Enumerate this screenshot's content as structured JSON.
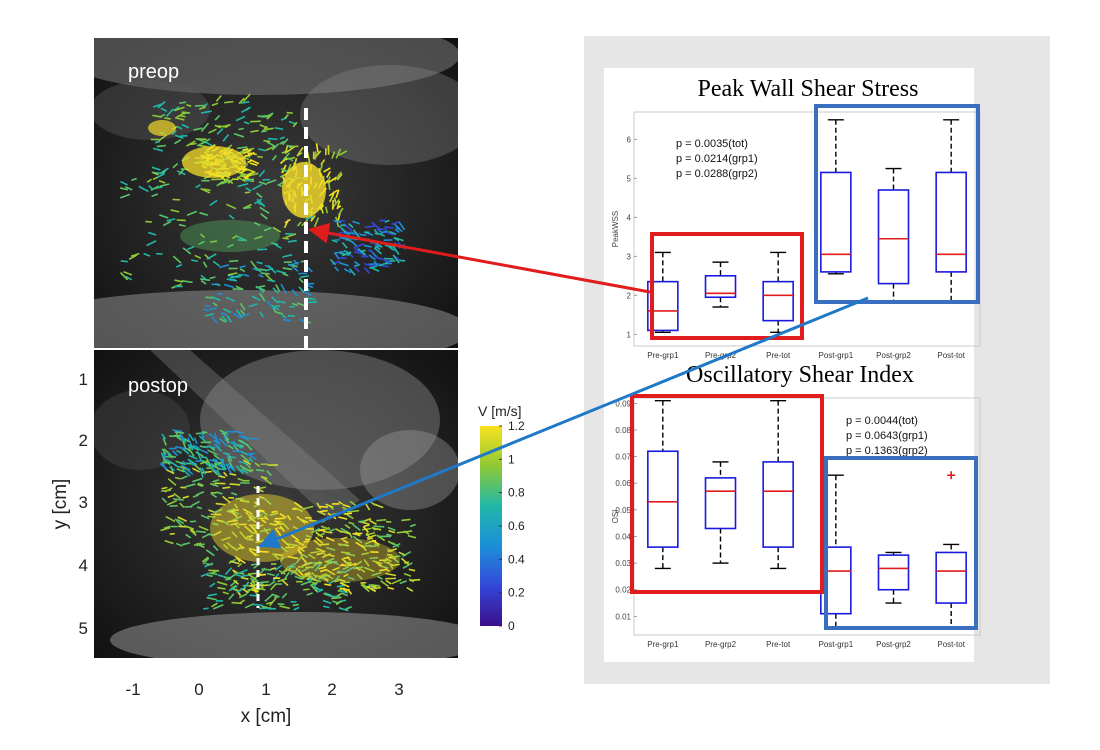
{
  "left_panel": {
    "preop_label": "preop",
    "postop_label": "postop",
    "xlabel": "x [cm]",
    "ylabel": "y [cm]",
    "x_ticks": [
      "-1",
      "0",
      "1",
      "2",
      "3"
    ],
    "y_ticks": [
      "1",
      "2",
      "3",
      "4",
      "5"
    ],
    "colorbar": {
      "title": "V [m/s]",
      "ticks": [
        "1.2",
        "1",
        "0.8",
        "0.6",
        "0.4",
        "0.2",
        "0"
      ]
    }
  },
  "chart_data": [
    {
      "type": "boxplot",
      "title": "Peak Wall Shear Stress",
      "ylabel": "PeakWSS",
      "ylim": [
        0.7,
        6.7
      ],
      "y_ticks": [
        "1",
        "2",
        "3",
        "4",
        "5",
        "6"
      ],
      "categories": [
        "Pre-grp1",
        "Pre-grp2",
        "Pre-tot",
        "Post-grp1",
        "Post-grp2",
        "Post-tot"
      ],
      "boxes": [
        {
          "whisker_low": 1.05,
          "q1": 1.1,
          "median": 1.6,
          "q3": 2.35,
          "whisker_high": 3.1
        },
        {
          "whisker_low": 1.7,
          "q1": 1.95,
          "median": 2.05,
          "q3": 2.5,
          "whisker_high": 2.85
        },
        {
          "whisker_low": 1.05,
          "q1": 1.35,
          "median": 2.0,
          "q3": 2.35,
          "whisker_high": 3.1
        },
        {
          "whisker_low": 2.55,
          "q1": 2.6,
          "median": 3.05,
          "q3": 5.15,
          "whisker_high": 6.5
        },
        {
          "whisker_low": 1.85,
          "q1": 2.3,
          "median": 3.45,
          "q3": 4.7,
          "whisker_high": 5.25
        },
        {
          "whisker_low": 1.85,
          "q1": 2.6,
          "median": 3.05,
          "q3": 5.15,
          "whisker_high": 6.5
        }
      ],
      "outliers": [],
      "annotations": [
        "p = 0.0035(tot)",
        "p = 0.0214(grp1)",
        "p = 0.0288(grp2)"
      ],
      "highlight_groups": [
        {
          "from": "Pre-grp1",
          "to": "Pre-tot",
          "color": "#e01c1c"
        },
        {
          "from": "Post-grp1",
          "to": "Post-tot",
          "color": "#3a6fbf"
        }
      ]
    },
    {
      "type": "boxplot",
      "title": "Oscillatory Shear Index",
      "ylabel": "OSI",
      "ylim": [
        0.003,
        0.092
      ],
      "y_ticks": [
        "0.01",
        "0.02",
        "0.03",
        "0.04",
        "0.05",
        "0.06",
        "0.07",
        "0.08",
        "0.09"
      ],
      "categories": [
        "Pre-grp1",
        "Pre-grp2",
        "Pre-tot",
        "Post-grp1",
        "Post-grp2",
        "Post-tot"
      ],
      "boxes": [
        {
          "whisker_low": 0.028,
          "q1": 0.036,
          "median": 0.053,
          "q3": 0.072,
          "whisker_high": 0.091
        },
        {
          "whisker_low": 0.03,
          "q1": 0.043,
          "median": 0.057,
          "q3": 0.062,
          "whisker_high": 0.068
        },
        {
          "whisker_low": 0.028,
          "q1": 0.036,
          "median": 0.057,
          "q3": 0.068,
          "whisker_high": 0.091
        },
        {
          "whisker_low": 0.006,
          "q1": 0.011,
          "median": 0.027,
          "q3": 0.036,
          "whisker_high": 0.063
        },
        {
          "whisker_low": 0.015,
          "q1": 0.02,
          "median": 0.028,
          "q3": 0.033,
          "whisker_high": 0.034
        },
        {
          "whisker_low": 0.006,
          "q1": 0.015,
          "median": 0.027,
          "q3": 0.034,
          "whisker_high": 0.037
        }
      ],
      "outliers": [
        {
          "category": "Post-tot",
          "value": 0.063
        }
      ],
      "annotations": [
        "p = 0.0044(tot)",
        "p = 0.0643(grp1)",
        "p = 0.1363(grp2)"
      ],
      "highlight_groups": [
        {
          "from": "Pre-grp1",
          "to": "Pre-tot",
          "color": "#e01c1c"
        },
        {
          "from": "Post-grp1",
          "to": "Post-tot",
          "color": "#3a6fbf"
        }
      ]
    }
  ],
  "colors": {
    "box": "#1a1adf",
    "median": "#e01c1c",
    "red_frame": "#e01c1c",
    "blue_frame": "#3a6fbf",
    "red_arrow": "#e01c1c",
    "blue_arrow": "#1f78c8"
  }
}
